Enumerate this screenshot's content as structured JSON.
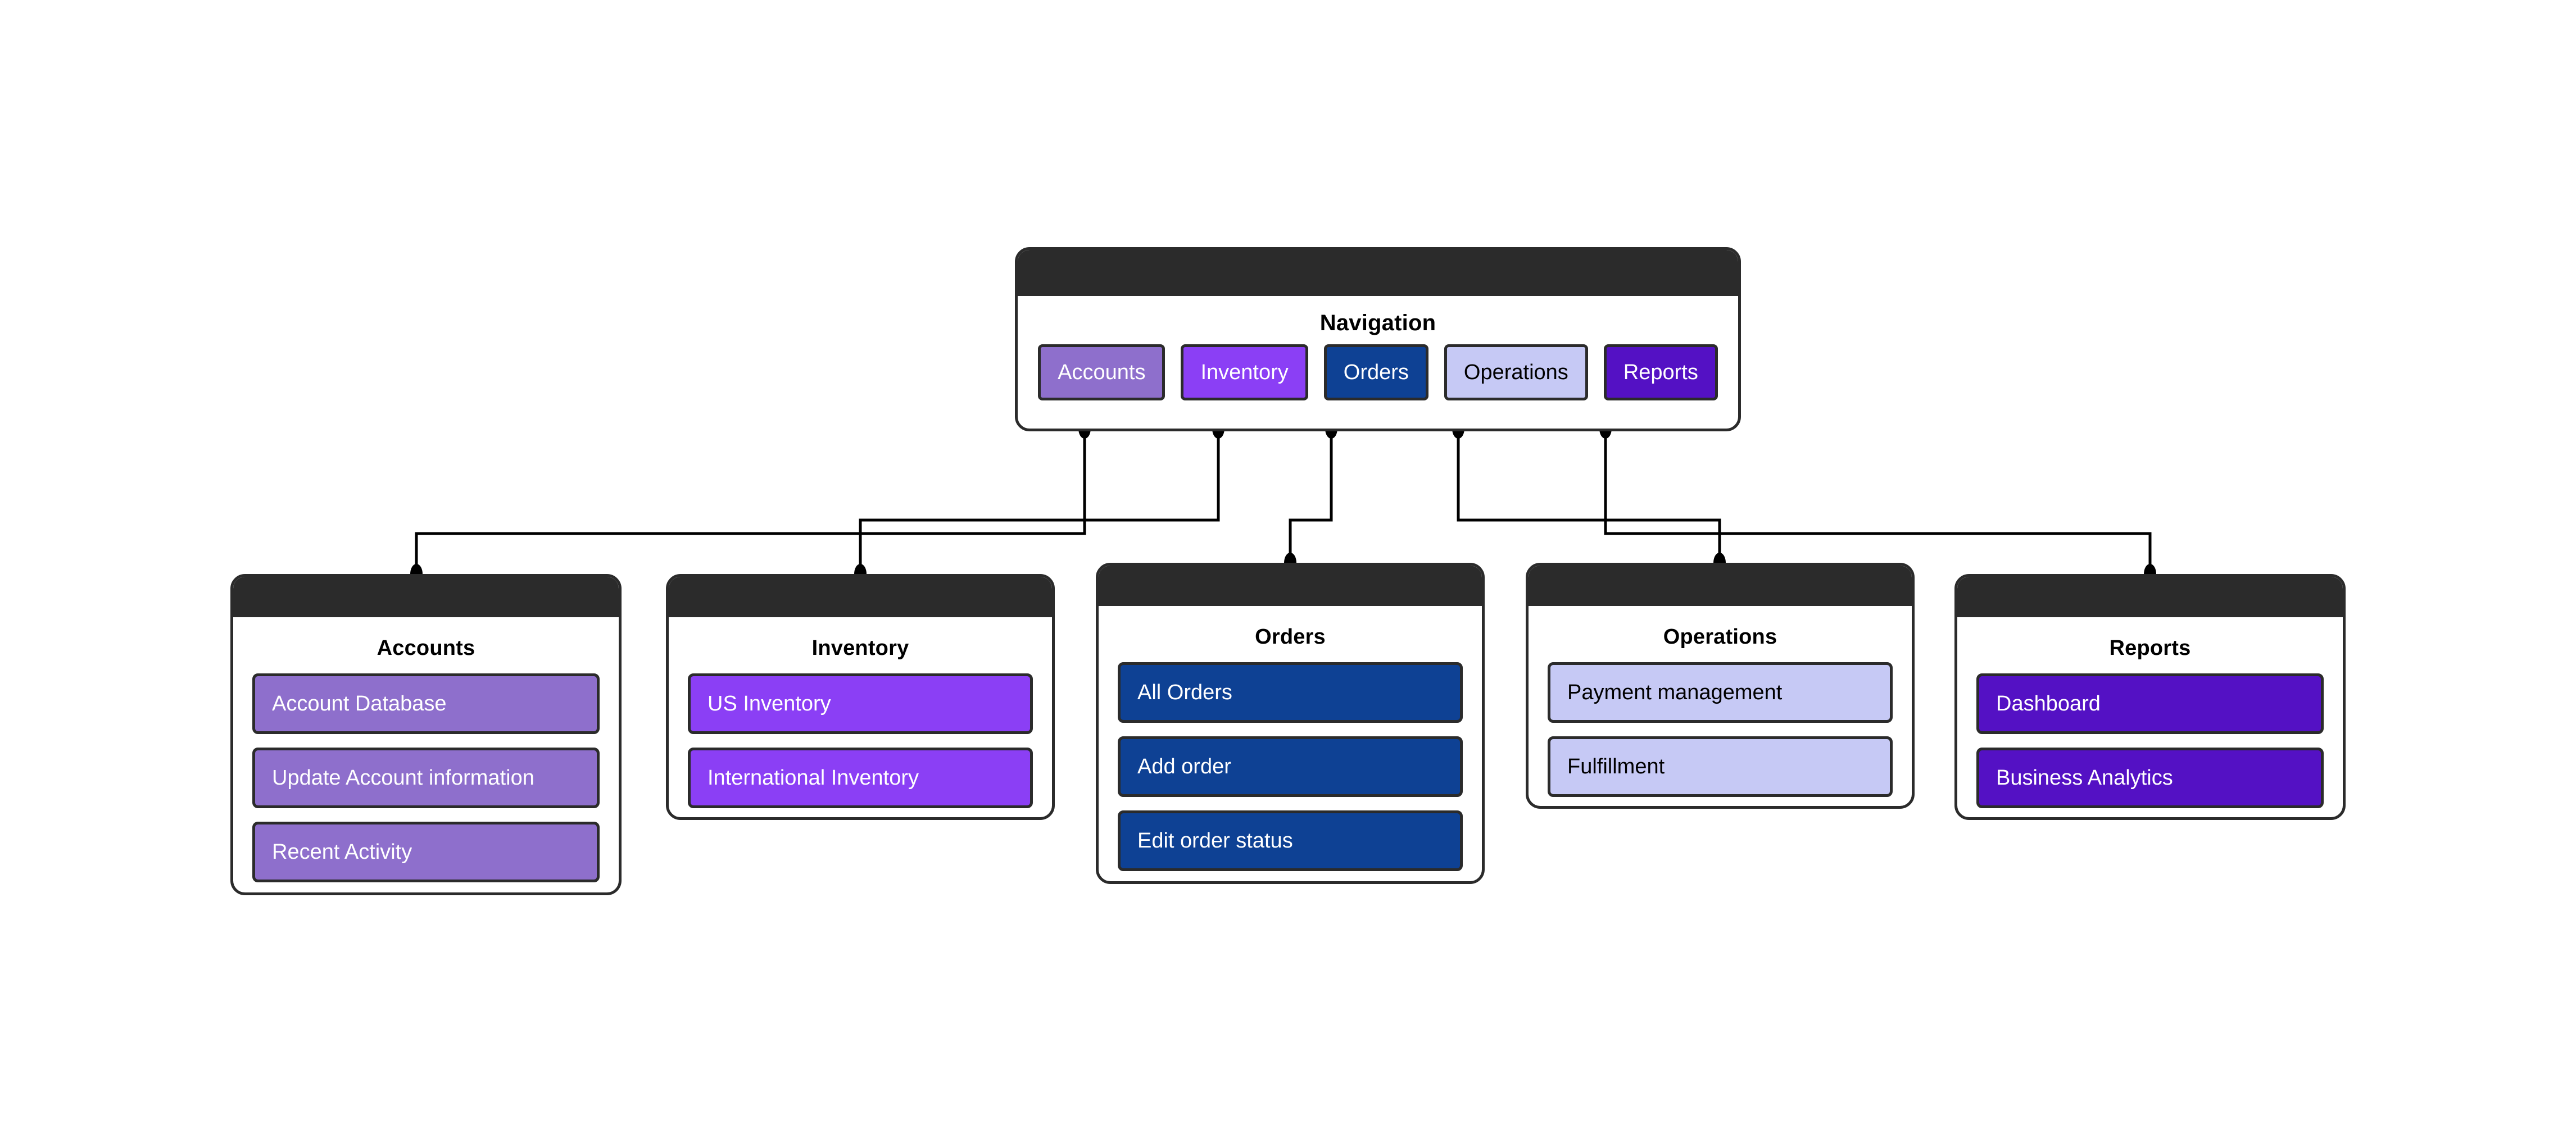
{
  "colors": {
    "background": "#ffffff",
    "outline": "#2b2b2b",
    "titlebar": "#2b2b2b",
    "connector": "#000000",
    "accounts": "#8e6fcc",
    "inventory": "#8b3ff5",
    "orders": "#0e4194",
    "operations": "#c6c9f5",
    "reports": "#5411c4",
    "text_light": "#ffffff",
    "text_dark": "#000000"
  },
  "navigation": {
    "heading": "Navigation",
    "buttons": [
      {
        "label": "Accounts",
        "color": "#8e6fcc",
        "text_color": "#ffffff"
      },
      {
        "label": "Inventory",
        "color": "#8b3ff5",
        "text_color": "#ffffff"
      },
      {
        "label": "Orders",
        "color": "#0e4194",
        "text_color": "#ffffff"
      },
      {
        "label": "Operations",
        "color": "#c6c9f5",
        "text_color": "#000000"
      },
      {
        "label": "Reports",
        "color": "#5411c4",
        "text_color": "#ffffff"
      }
    ]
  },
  "sections": {
    "accounts": {
      "heading": "Accounts",
      "color": "#8e6fcc",
      "text_color": "#ffffff",
      "items": [
        {
          "label": "Account Database"
        },
        {
          "label": "Update Account information"
        },
        {
          "label": "Recent Activity"
        }
      ]
    },
    "inventory": {
      "heading": "Inventory",
      "color": "#8b3ff5",
      "text_color": "#ffffff",
      "items": [
        {
          "label": "US Inventory"
        },
        {
          "label": "International Inventory"
        }
      ]
    },
    "orders": {
      "heading": "Orders",
      "color": "#0e4194",
      "text_color": "#ffffff",
      "items": [
        {
          "label": "All Orders"
        },
        {
          "label": "Add order"
        },
        {
          "label": "Edit order status"
        }
      ]
    },
    "operations": {
      "heading": "Operations",
      "color": "#c6c9f5",
      "text_color": "#000000",
      "items": [
        {
          "label": "Payment management"
        },
        {
          "label": "Fulfillment"
        }
      ]
    },
    "reports": {
      "heading": "Reports",
      "color": "#5411c4",
      "text_color": "#ffffff",
      "items": [
        {
          "label": "Dashboard"
        },
        {
          "label": "Business Analytics"
        }
      ]
    }
  }
}
